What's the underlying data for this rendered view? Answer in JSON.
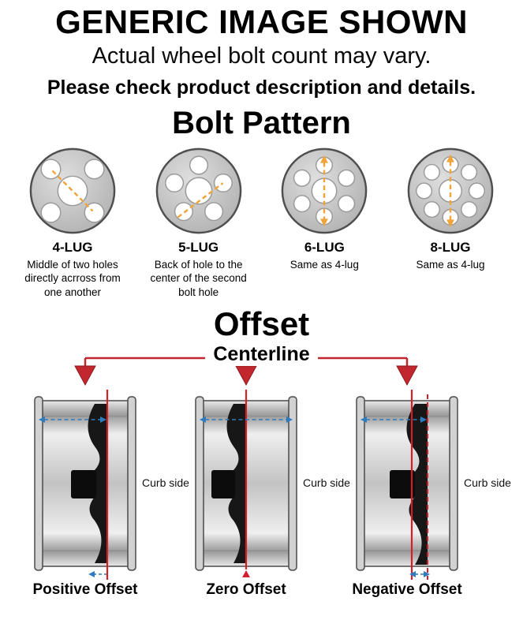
{
  "header": {
    "title": "GENERIC IMAGE SHOWN",
    "subtitle": "Actual wheel bolt count may vary.",
    "note": "Please check product description and details."
  },
  "bolt_pattern": {
    "heading": "Bolt Pattern",
    "lugs": [
      {
        "label": "4-LUG",
        "description": "Middle of two holes directly acrross from one another"
      },
      {
        "label": "5-LUG",
        "description": "Back of hole to the center of the second bolt hole"
      },
      {
        "label": "6-LUG",
        "description": "Same as 4-lug"
      },
      {
        "label": "8-LUG",
        "description": "Same as 4-lug"
      }
    ]
  },
  "offset": {
    "heading": "Offset",
    "centerline_label": "Centerline",
    "curb_side_label": "Curb side",
    "types": [
      {
        "label": "Positive Offset"
      },
      {
        "label": "Zero Offset"
      },
      {
        "label": "Negative Offset"
      }
    ]
  },
  "colors": {
    "measurement_orange": "#f0a53c",
    "centerline_red": "#c1272d",
    "dimension_blue": "#2e7bbf",
    "wheel_gray": "#c6c6c6",
    "disc_black": "#171717",
    "text_black": "#000000"
  }
}
